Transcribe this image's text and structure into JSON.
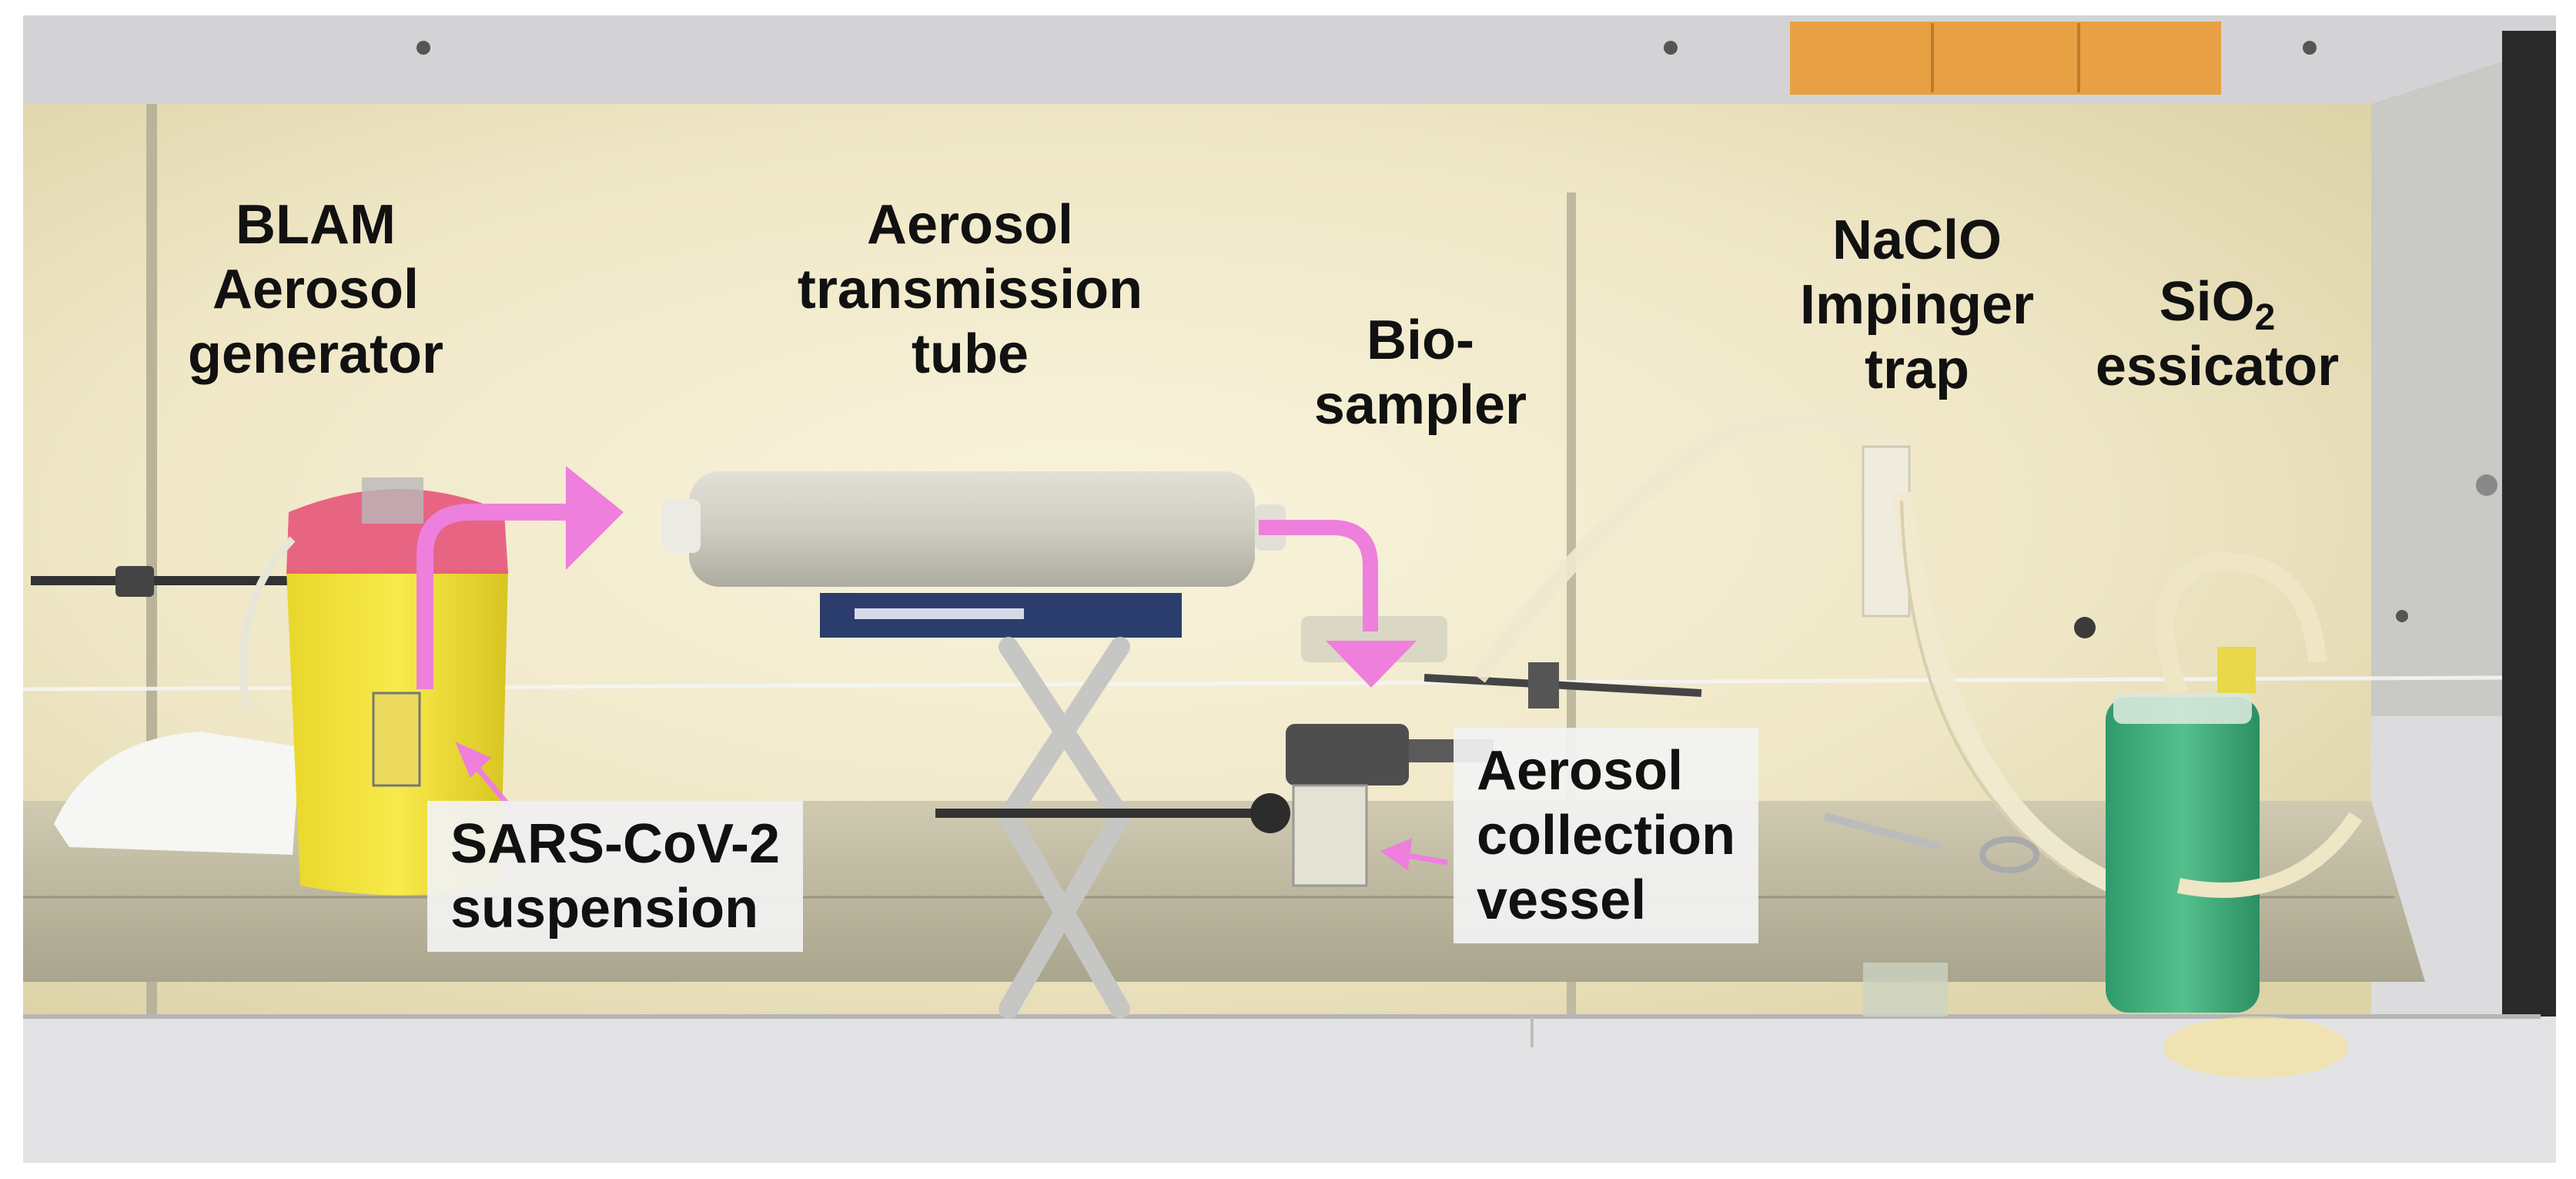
{
  "labels": {
    "blam": [
      "BLAM",
      "Aerosol",
      "generator"
    ],
    "tube": [
      "Aerosol",
      "transmission",
      "tube"
    ],
    "biosampler": [
      "Bio-",
      "sampler"
    ],
    "impinger": [
      "NaClO",
      "Impinger",
      "trap"
    ],
    "sio2_main": "SiO",
    "sio2_sub": "2",
    "essicator": "essicator",
    "suspension": [
      "SARS-CoV-2",
      "suspension"
    ],
    "collection": [
      "Aerosol",
      "collection",
      "vessel"
    ]
  },
  "colors": {
    "arrow": "#ee7fdc",
    "cabinet_frame": "#d9d9db",
    "cabinet_interior": "#f1ead0",
    "label_box": "#f2f2f2",
    "generator_bottle": "#f6e63a",
    "generator_cap": "#e5577a",
    "desiccant": "#3fb07e",
    "tube": "#cdcbc0",
    "stand_top": "#2b3d6d",
    "orange_sticker": "#e7a043"
  }
}
